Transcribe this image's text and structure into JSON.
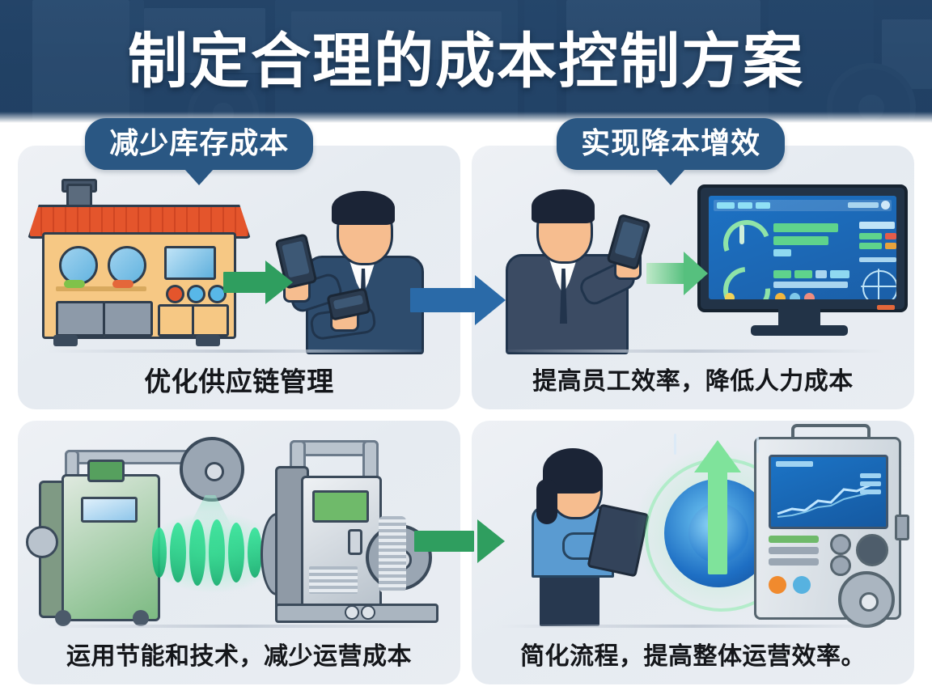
{
  "header": {
    "title": "制定合理的成本控制方案",
    "background_color": "#2b4a70",
    "title_color": "#ffffff",
    "background_image": "truck-photo"
  },
  "theme": {
    "page_background": "#ffffff",
    "card_background": "#e8ecf1",
    "badge_color": "#2a5783",
    "accent_green": "#2f9e5f",
    "accent_blue": "#2a6aa8",
    "caption_color": "#14161a"
  },
  "cards": [
    {
      "id": "card-reduce-inventory-cost",
      "badge": "减少库存成本",
      "caption": "优化供应链管理",
      "arrow": {
        "name": "green-arrow",
        "color": "#2f9e5f",
        "direction": "right"
      },
      "illustration": {
        "name": "warehouse-and-businessman",
        "items": [
          "warehouse-building",
          "roof-tiles",
          "chimney",
          "round-window",
          "control-screen",
          "cabinet-doors",
          "businessman",
          "handheld-scanner",
          "smartphone"
        ]
      }
    },
    {
      "id": "card-achieve-cost-reduction",
      "badge": "实现降本增效",
      "caption": "提高员工效率，降低人力成本",
      "arrow": {
        "name": "green-gradient-arrow",
        "color": "#56c07e",
        "direction": "right"
      },
      "illustration": {
        "name": "businessman-and-dashboard-monitor",
        "items": [
          "businessman",
          "handheld-scanner",
          "desktop-monitor",
          "dashboard-gauges",
          "progress-bars",
          "data-panels",
          "radar-chart"
        ]
      }
    },
    {
      "id": "card-energy-saving-technology",
      "badge": "",
      "caption": "运用节能和技术，减少运营成本",
      "arrow": {
        "name": "green-arrow",
        "color": "#2f9e5f",
        "direction": "right"
      },
      "illustration": {
        "name": "industrial-machinery",
        "items": [
          "green-energy-unit",
          "control-display",
          "glowing-green-coils",
          "fan-wheel",
          "gray-machine",
          "pipes",
          "turbine-fan",
          "vent-grill"
        ]
      }
    },
    {
      "id": "card-streamline-process",
      "badge": "",
      "caption": "简化流程，提高整体运营效率。",
      "arrow": null,
      "illustration": {
        "name": "worker-with-tablet-and-equipment",
        "items": [
          "woman-worker",
          "tablet",
          "green-up-arrow",
          "blue-power-ring",
          "glow-rings",
          "equipment-rack",
          "line-chart-screen",
          "status-lights",
          "cooling-fan"
        ]
      }
    }
  ],
  "connectors": [
    {
      "name": "blue-cross-arrow",
      "color": "#2a6aa8",
      "from": "card-reduce-inventory-cost",
      "to": "card-achieve-cost-reduction"
    },
    {
      "name": "green-cross-arrow",
      "color": "#2f9e5f",
      "from": "card-energy-saving-technology",
      "to": "card-streamline-process"
    }
  ]
}
